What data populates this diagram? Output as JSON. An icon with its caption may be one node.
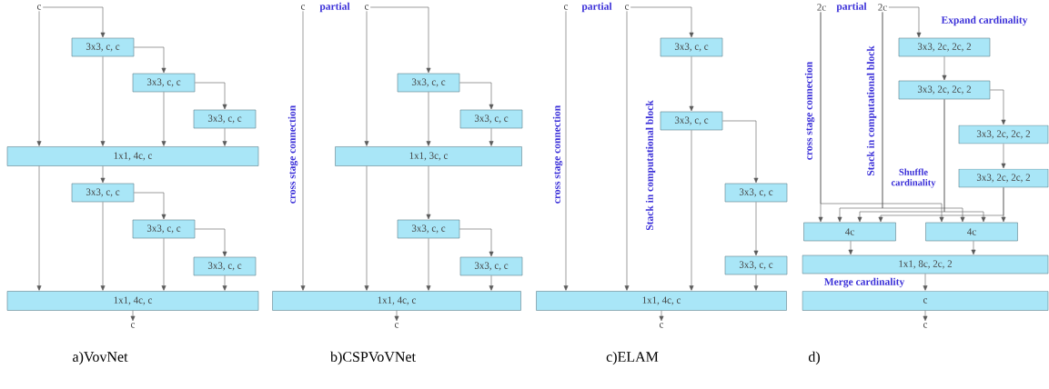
{
  "diagram": {
    "nodes": [
      {
        "text": [
          "c"
        ]
      },
      {
        "text": [
          "3x3, c, c"
        ]
      },
      {
        "text": [
          "3x3, c, c"
        ]
      },
      {
        "text": [
          "3x3, c, c"
        ]
      },
      {
        "text": [
          "1x1, 4c, c"
        ]
      },
      {
        "text": [
          "3x3, c, c"
        ]
      },
      {
        "text": [
          "3x3, c, c"
        ]
      },
      {
        "text": [
          "3x3, c, c"
        ]
      },
      {
        "text": [
          "1x1, 4c, c"
        ]
      },
      {
        "text": [
          "c"
        ]
      },
      {
        "text": [
          "c"
        ]
      },
      {
        "text": [
          "c"
        ]
      },
      {
        "text": [
          "3x3, c, c"
        ]
      },
      {
        "text": [
          "3x3, c, c"
        ]
      },
      {
        "text": [
          "1x1, 3c, c"
        ]
      },
      {
        "text": [
          "3x3, c, c"
        ]
      },
      {
        "text": [
          "3x3, c, c"
        ]
      },
      {
        "text": [
          "1x1, 4c, c"
        ]
      },
      {
        "text": [
          "c"
        ]
      },
      {
        "text": [
          "c"
        ]
      },
      {
        "text": [
          "c"
        ]
      },
      {
        "text": [
          "3x3, c, c"
        ]
      },
      {
        "text": [
          "3x3, c, c"
        ]
      },
      {
        "text": [
          "3x3, c, c"
        ]
      },
      {
        "text": [
          "3x3, c, c"
        ]
      },
      {
        "text": [
          "1x1, 4c, c"
        ]
      },
      {
        "text": [
          "c"
        ]
      },
      {
        "text": [
          "2c"
        ]
      },
      {
        "text": [
          "2c"
        ]
      },
      {
        "text": [
          "3x3, 2c, 2c, 2"
        ]
      },
      {
        "text": [
          "3x3, 2c, 2c, 2"
        ]
      },
      {
        "text": [
          "3x3, 2c, 2c, 2"
        ]
      },
      {
        "text": [
          "3x3, 2c, 2c, 2"
        ]
      },
      {
        "text": [
          "4c"
        ]
      },
      {
        "text": [
          "4c"
        ]
      },
      {
        "text": [
          "1x1, 8c, 2c, 2"
        ]
      },
      {
        "text": [
          "c"
        ]
      },
      {
        "text": [
          "c"
        ]
      }
    ],
    "edges": [
      {
        "from": 0,
        "to": 4,
        "arrow": "to"
      },
      {
        "from": 0,
        "to": 1,
        "arrow": "to"
      },
      {
        "from": 1,
        "to": 2,
        "arrow": "to"
      },
      {
        "from": 2,
        "to": 3,
        "arrow": "to"
      },
      {
        "from": 1,
        "to": 4,
        "arrow": "to"
      },
      {
        "from": 2,
        "to": 4,
        "arrow": "to"
      },
      {
        "from": 3,
        "to": 4,
        "arrow": "to"
      },
      {
        "from": 4,
        "to": 5,
        "arrow": "to"
      },
      {
        "from": 4,
        "to": 8,
        "arrow": "to"
      },
      {
        "from": 5,
        "to": 6,
        "arrow": "to"
      },
      {
        "from": 6,
        "to": 7,
        "arrow": "to"
      },
      {
        "from": 5,
        "to": 8,
        "arrow": "to"
      },
      {
        "from": 6,
        "to": 8,
        "arrow": "to"
      },
      {
        "from": 7,
        "to": 8,
        "arrow": "to"
      },
      {
        "from": 8,
        "to": 9,
        "arrow": "to"
      },
      {
        "from": 10,
        "to": 17,
        "arrow": "to"
      },
      {
        "from": 11,
        "to": 14,
        "arrow": "to"
      },
      {
        "from": 11,
        "to": 12,
        "arrow": "to"
      },
      {
        "from": 12,
        "to": 13,
        "arrow": "to"
      },
      {
        "from": 12,
        "to": 14,
        "arrow": "to"
      },
      {
        "from": 13,
        "to": 14,
        "arrow": "to"
      },
      {
        "from": 14,
        "to": 15,
        "arrow": "to"
      },
      {
        "from": 14,
        "to": 17,
        "arrow": "to"
      },
      {
        "from": 15,
        "to": 16,
        "arrow": "to"
      },
      {
        "from": 15,
        "to": 17,
        "arrow": "to"
      },
      {
        "from": 16,
        "to": 17,
        "arrow": "to"
      },
      {
        "from": 17,
        "to": 18,
        "arrow": "to"
      },
      {
        "from": 19,
        "to": 25,
        "arrow": "to"
      },
      {
        "from": 20,
        "to": 25,
        "arrow": "to"
      },
      {
        "from": 20,
        "to": 21,
        "arrow": "to"
      },
      {
        "from": 21,
        "to": 22,
        "arrow": "to"
      },
      {
        "from": 22,
        "to": 25,
        "arrow": "to"
      },
      {
        "from": 22,
        "to": 23,
        "arrow": "to"
      },
      {
        "from": 23,
        "to": 24,
        "arrow": "to"
      },
      {
        "from": 24,
        "to": 25,
        "arrow": "to"
      },
      {
        "from": 25,
        "to": 26,
        "arrow": "to"
      },
      {
        "from": 27,
        "to": 33,
        "arrow": "to"
      },
      {
        "from": 27,
        "to": 34,
        "arrow": "to"
      },
      {
        "from": 28,
        "to": 33,
        "arrow": "to"
      },
      {
        "from": 28,
        "to": 34,
        "arrow": "to"
      },
      {
        "from": 28,
        "to": 29,
        "arrow": "to"
      },
      {
        "from": 29,
        "to": 30,
        "arrow": "to"
      },
      {
        "from": 30,
        "to": 33,
        "arrow": "to"
      },
      {
        "from": 30,
        "to": 34,
        "arrow": "to"
      },
      {
        "from": 30,
        "to": 31,
        "arrow": "to"
      },
      {
        "from": 31,
        "to": 32,
        "arrow": "to"
      },
      {
        "from": 32,
        "to": 33,
        "arrow": "to"
      },
      {
        "from": 32,
        "to": 34,
        "arrow": "to"
      },
      {
        "from": 33,
        "to": 35,
        "arrow": "to"
      },
      {
        "from": 34,
        "to": 35,
        "arrow": "to"
      },
      {
        "from": 35,
        "to": 36,
        "arrow": "to"
      },
      {
        "from": 36,
        "to": 37,
        "arrow": "to"
      }
    ],
    "labels": [
      "partial",
      "cross stage connection",
      "partial",
      "cross stage connection",
      "Stack in computational block",
      "partial",
      "Expand cardinality",
      "cross stage connection",
      "Stack in computational block",
      "Shuffle cardinality",
      "Merge cardinality",
      "a)VovNet",
      "b)CSPVoVNet",
      "c)ELAM",
      "d)"
    ]
  }
}
